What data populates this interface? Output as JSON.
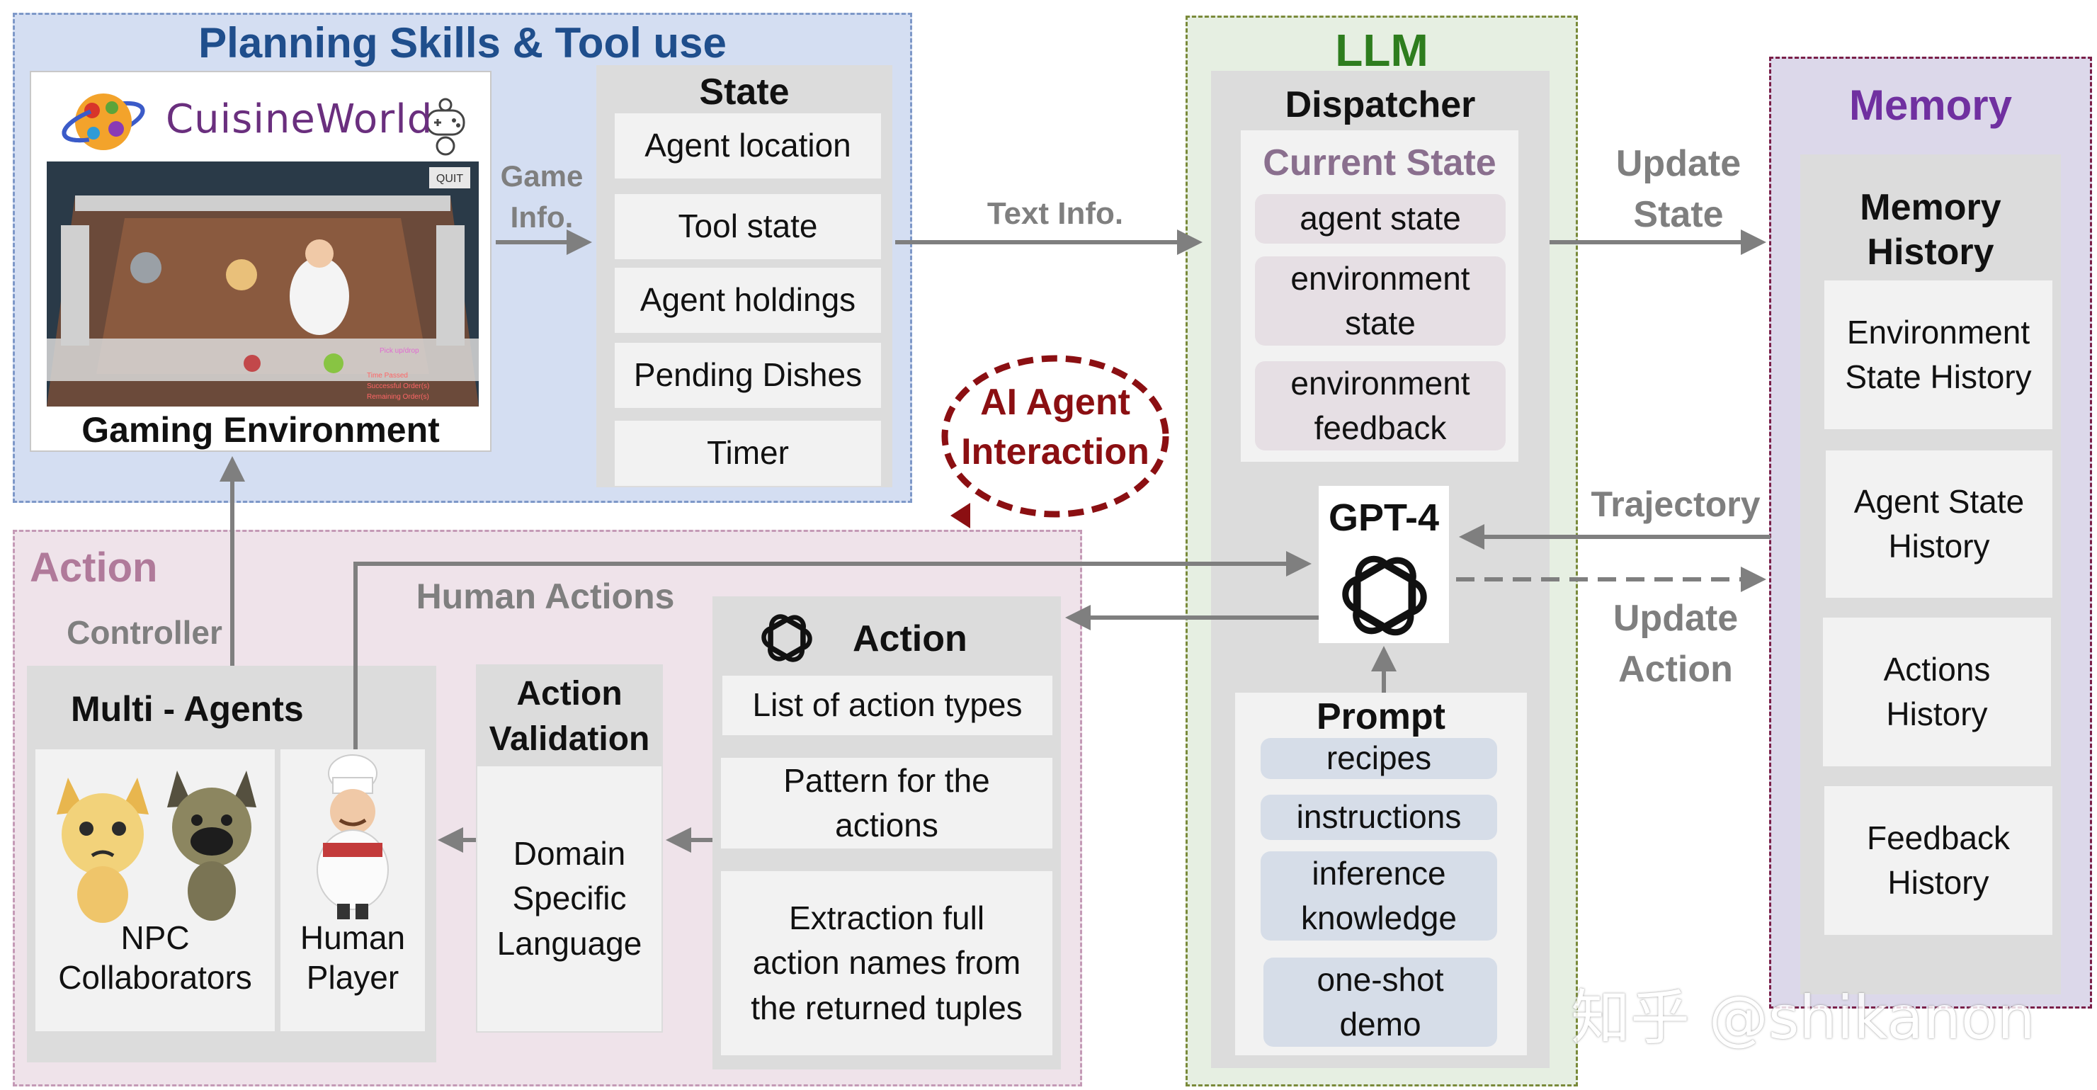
{
  "planning": {
    "title": "Planning Skills & Tool use",
    "logo_text": "CuisineWorld",
    "quit_label": "QUIT",
    "env_caption": "Gaming Environment",
    "hud_lines": [
      "Pick up/drop",
      "Time Passed",
      "Successful Order(s)",
      "Remaining Order(s)"
    ]
  },
  "state": {
    "title": "State",
    "items": [
      "Agent location",
      "Tool state",
      "Agent holdings",
      "Pending Dishes",
      "Timer"
    ]
  },
  "labels": {
    "game_info": "Game\nInfo.",
    "text_info": "Text Info.",
    "update_state": "Update\nState",
    "trajectory": "Trajectory",
    "update_action": "Update\nAction",
    "human_actions": "Human Actions",
    "controller": "Controller",
    "ai_interaction": "AI Agent\nInteraction"
  },
  "llm": {
    "title": "LLM",
    "dispatcher": "Dispatcher",
    "current_state": "Current State",
    "state_items": [
      "agent state",
      "environment\nstate",
      "environment\nfeedback"
    ],
    "gpt_label": "GPT-4",
    "prompt_title": "Prompt",
    "prompt_items": [
      "recipes",
      "instructions",
      "inference\nknowledge",
      "one-shot\ndemo"
    ]
  },
  "memory": {
    "title": "Memory",
    "history_title": "Memory\nHistory",
    "items": [
      "Environment\nState History",
      "Agent State\nHistory",
      "Actions\nHistory",
      "Feedback\nHistory"
    ]
  },
  "action_region": {
    "title": "Action",
    "multi_agents": "Multi - Agents",
    "npc_label": "NPC\nCollaborators",
    "human_label": "Human\nPlayer",
    "validation_title": "Action\nValidation",
    "dsl": "Domain\nSpecific\nLanguage",
    "action_title": "Action",
    "action_items": [
      "List of action types",
      "Pattern for the\nactions",
      "Extraction full\naction names from\nthe returned tuples"
    ]
  },
  "watermark": "知乎 @shikanon",
  "colors": {
    "planning_title": "#1f4e8c",
    "planning_bg": "#d4def2",
    "llm_title": "#2e7d1e",
    "llm_bg": "#e6efe2",
    "memory_title": "#7030a0",
    "memory_bg": "#dcd8ea",
    "memory_border": "#7a1f48",
    "action_title": "#b07a9a",
    "action_bg": "#efe3ea",
    "ai_interaction": "#8b0f12",
    "arrow_gray": "#7f7f7f",
    "current_state_title": "#8a6f8e",
    "state_pill": "#e6dfe4",
    "prompt_pill": "#d6dde8"
  }
}
